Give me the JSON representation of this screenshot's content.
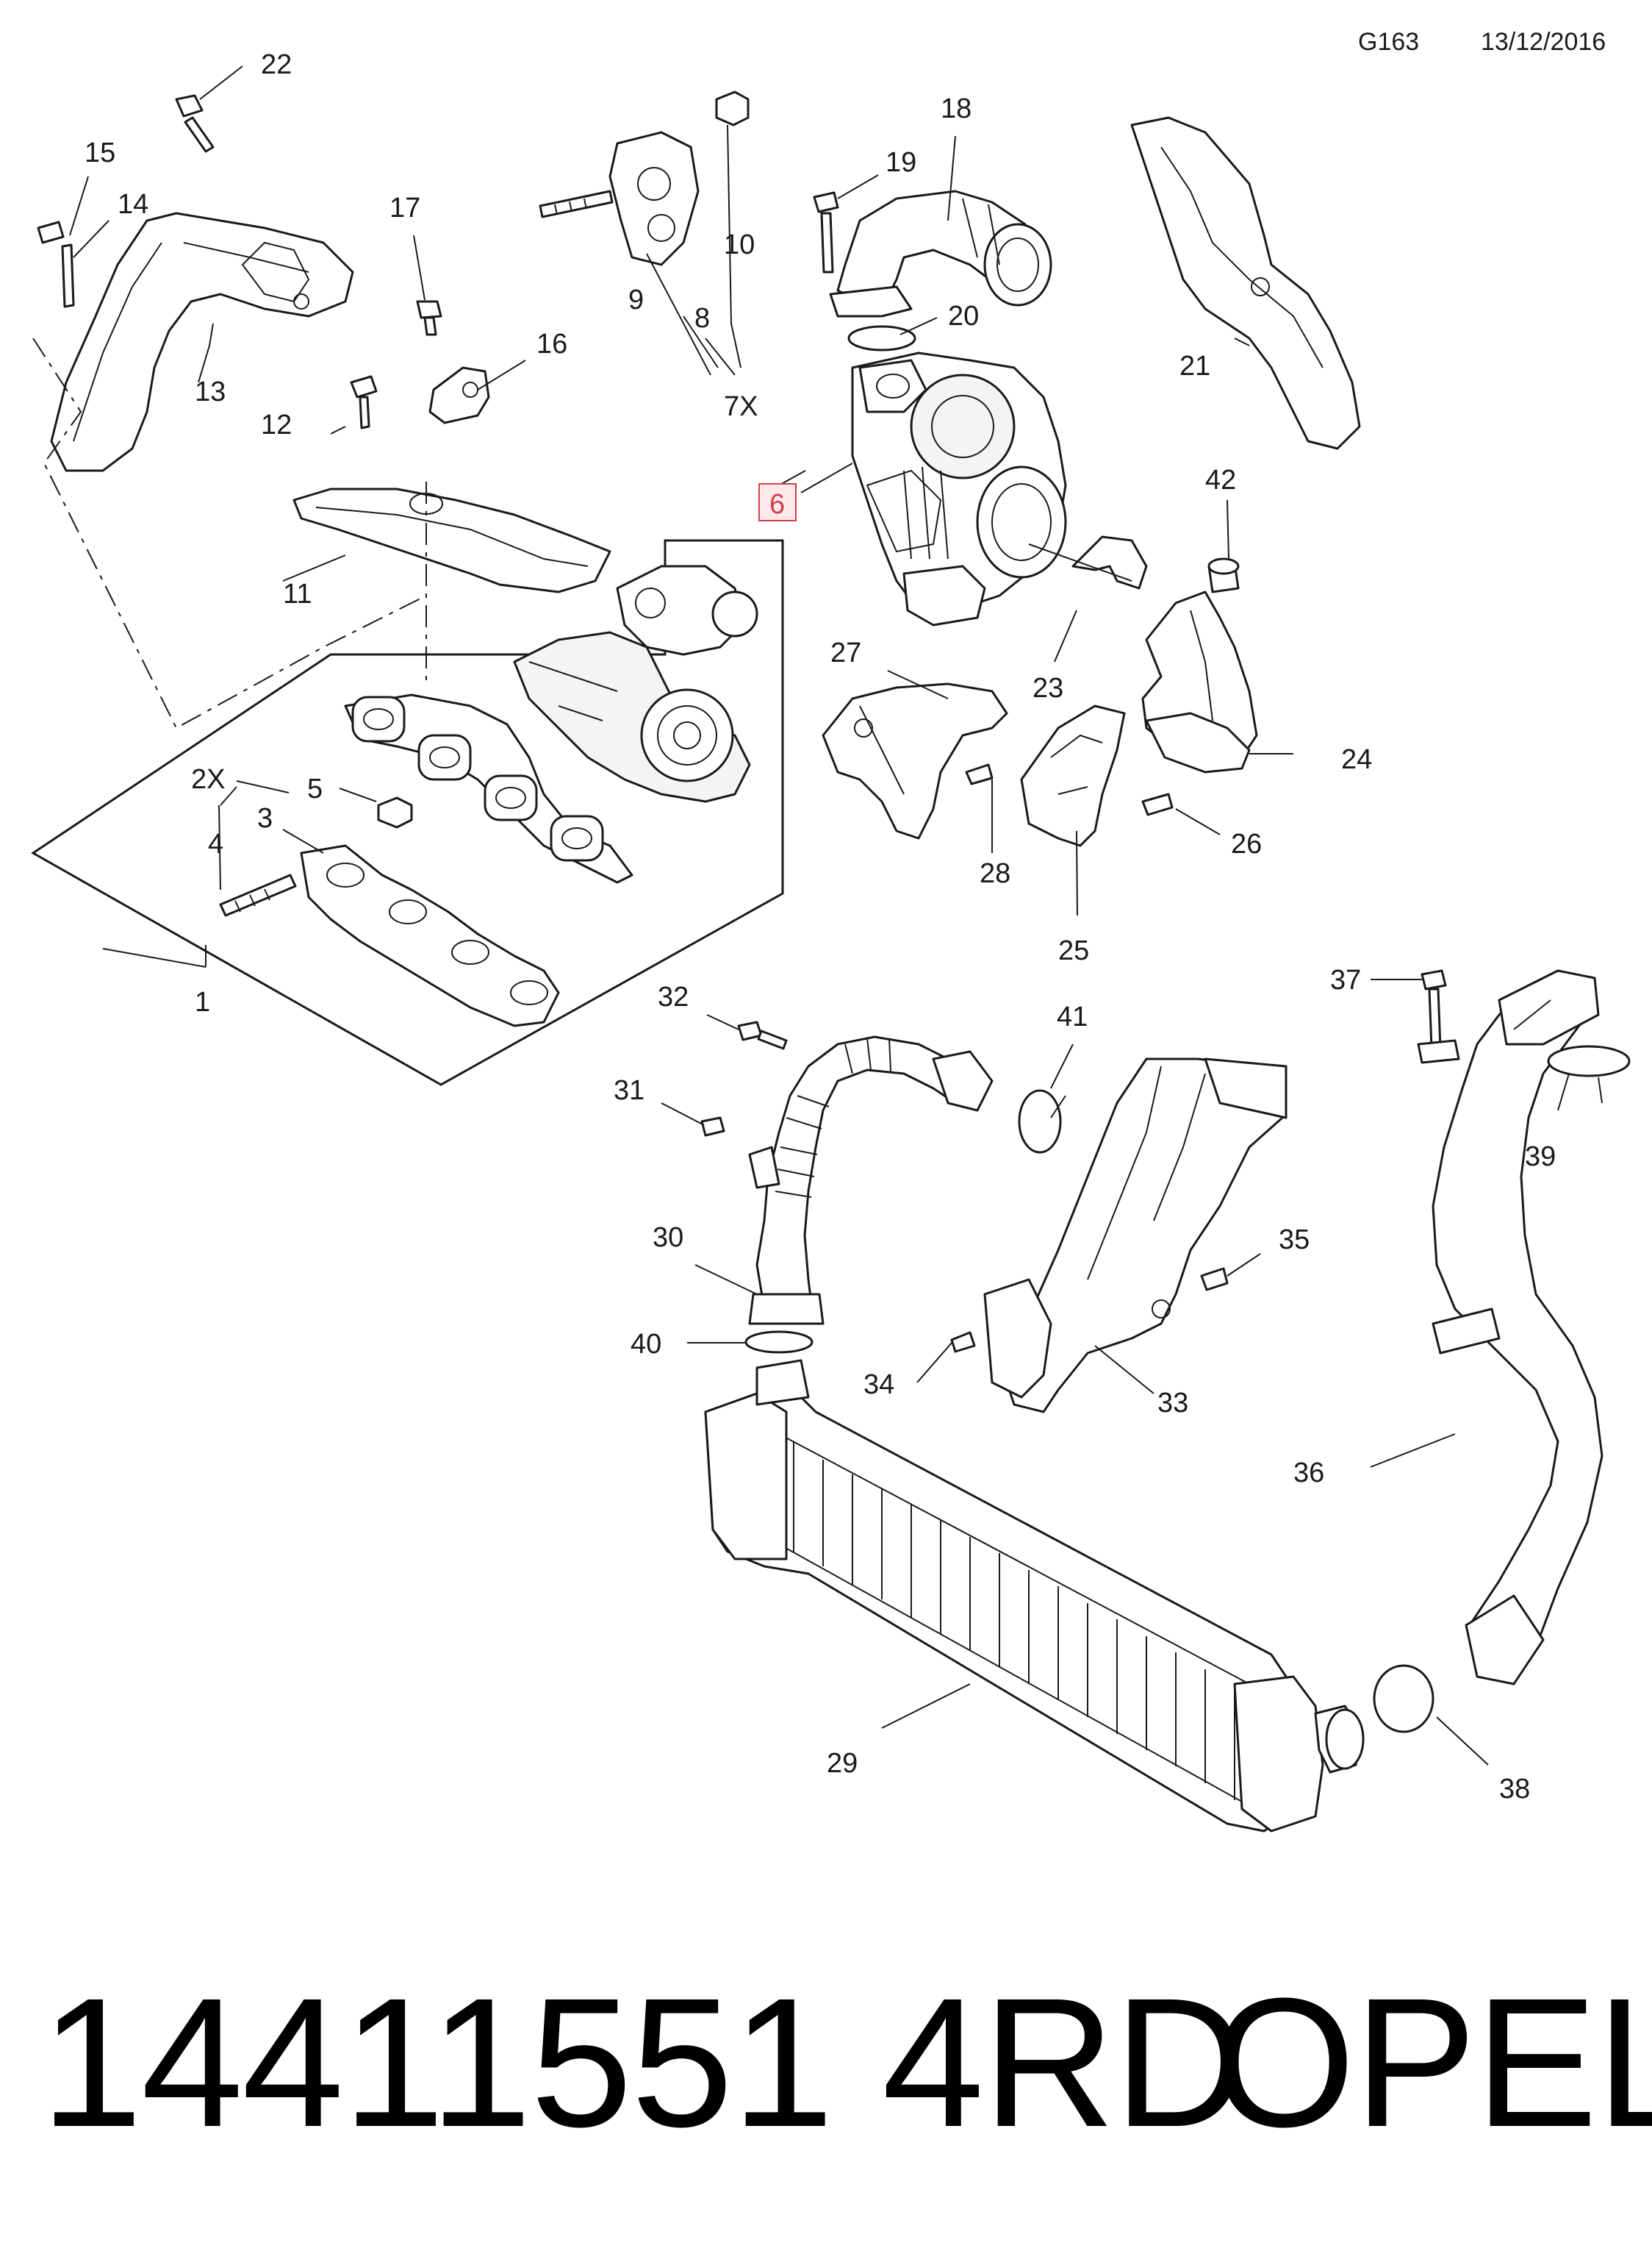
{
  "header": {
    "diagram_code": "G163",
    "date": "13/12/2016"
  },
  "footer": {
    "part_number": "14411551 4RD",
    "brand": "OPEL"
  },
  "highlight_color": "#d43c4a",
  "callouts": {
    "c1": "1",
    "c2x": "2X",
    "c3": "3",
    "c4": "4",
    "c5": "5",
    "c6": "6",
    "c7x": "7X",
    "c8": "8",
    "c9": "9",
    "c10": "10",
    "c11": "11",
    "c12": "12",
    "c13": "13",
    "c14": "14",
    "c15": "15",
    "c16": "16",
    "c17": "17",
    "c18": "18",
    "c19": "19",
    "c20": "20",
    "c21": "21",
    "c22": "22",
    "c23": "23",
    "c24": "24",
    "c25": "25",
    "c26": "26",
    "c27": "27",
    "c28": "28",
    "c29": "29",
    "c30": "30",
    "c31": "31",
    "c32": "32",
    "c33": "33",
    "c34": "34",
    "c35": "35",
    "c36": "36",
    "c37": "37",
    "c38": "38",
    "c39": "39",
    "c40": "40",
    "c41": "41",
    "c42": "42"
  }
}
